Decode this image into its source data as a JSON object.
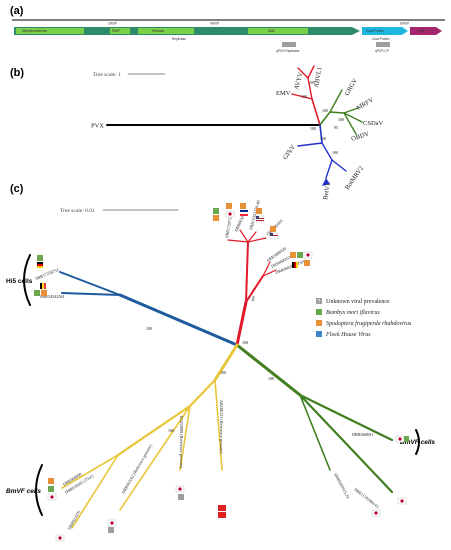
{
  "panels": {
    "a": "(a)",
    "b": "(b)",
    "c": "(c)"
  },
  "genome": {
    "ruler": [
      "2000P",
      "4000P",
      "6000P"
    ],
    "domains": [
      "Methyltransferase",
      "RdRP",
      "Helicase",
      "AlkB",
      "Coat Protein",
      "HCE"
    ],
    "below": [
      "Replicase",
      "Coat Protein"
    ],
    "qpcr": [
      "qPCR Replicase",
      "qPCR CP"
    ]
  },
  "tree_b": {
    "scale": "Tree scale: 1",
    "leaves": [
      "PVX",
      "EMV",
      "AVYV",
      "ABVL1",
      "GRGV",
      "MRFV",
      "CSDaV",
      "OBDV",
      "GFkV",
      "BotMRV2",
      "BetV1"
    ],
    "bootstrap": [
      "100",
      "100",
      "100",
      "100",
      "95",
      "100",
      "100",
      "100"
    ]
  },
  "tree_c": {
    "scale": "Tree scale: 0.01",
    "leaves": [
      "SRR17258752",
      "SRR24542361",
      "SRR1729731",
      "DRR063211",
      "SRR13353739-46",
      "DRR035005",
      "SRR5888620",
      "DRR068263",
      "DRR068281 (TSA)",
      "DRR068691",
      "SRR11701860-61",
      "SRR8245915-24",
      "AB186121 (Reference genome)",
      "KJ433990 (Reference genome)",
      "DRR063262 (Reference genome)",
      "DRR068690",
      "DRR035025 (TSA)",
      "DRR021076"
    ],
    "bootstrap": [
      "100",
      "100",
      "100",
      "100",
      "100",
      "100"
    ],
    "cell_labels": [
      "Hi5 cells",
      "BmVF cells",
      "BmVF cells"
    ]
  },
  "legend": [
    {
      "label": "Unknown viral prevalence",
      "italic": false,
      "color": "#9e9e9e",
      "symbol": "?"
    },
    {
      "label": "Bombyx mori iflavirus",
      "italic": true,
      "color": "#6aa84f",
      "symbol": ""
    },
    {
      "label": "Spodoptera frugiperda rhabdovirus",
      "italic": true,
      "color": "#e69138",
      "symbol": ""
    },
    {
      "label": "Flock House Virus",
      "italic": true,
      "color": "#3d85c6",
      "symbol": ""
    }
  ],
  "colors": {
    "red": "#e0192a",
    "blue": "#1e5a9e",
    "green": "#3f7f1f",
    "yellow": "#e8c63a",
    "teal": "#2e8b6a",
    "black": "#000000"
  }
}
